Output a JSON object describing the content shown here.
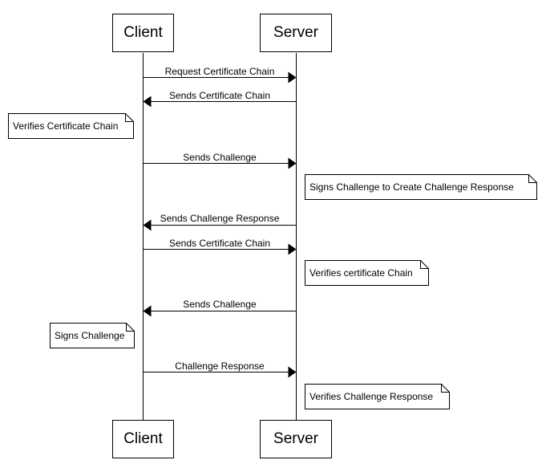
{
  "participants": {
    "client": "Client",
    "server": "Server"
  },
  "messages": [
    {
      "from": "client",
      "to": "server",
      "label": "Request Certificate Chain"
    },
    {
      "from": "server",
      "to": "client",
      "label": "Sends Certificate Chain"
    },
    {
      "from": "client",
      "to": "server",
      "label": "Sends Challenge"
    },
    {
      "from": "server",
      "to": "client",
      "label": "Sends Challenge Response"
    },
    {
      "from": "client",
      "to": "server",
      "label": "Sends Certificate Chain"
    },
    {
      "from": "server",
      "to": "client",
      "label": "Sends Challenge"
    },
    {
      "from": "client",
      "to": "server",
      "label": "Challenge Response"
    }
  ],
  "notes": [
    {
      "side": "left of client",
      "text": "Verifies Certificate Chain"
    },
    {
      "side": "right of server",
      "text": "Signs Challenge to Create Challenge Response"
    },
    {
      "side": "right of server",
      "text": "Verifies certificate Chain"
    },
    {
      "side": "left of client",
      "text": "Signs Challenge"
    },
    {
      "side": "right of server",
      "text": "Verifies Challenge Response"
    }
  ]
}
